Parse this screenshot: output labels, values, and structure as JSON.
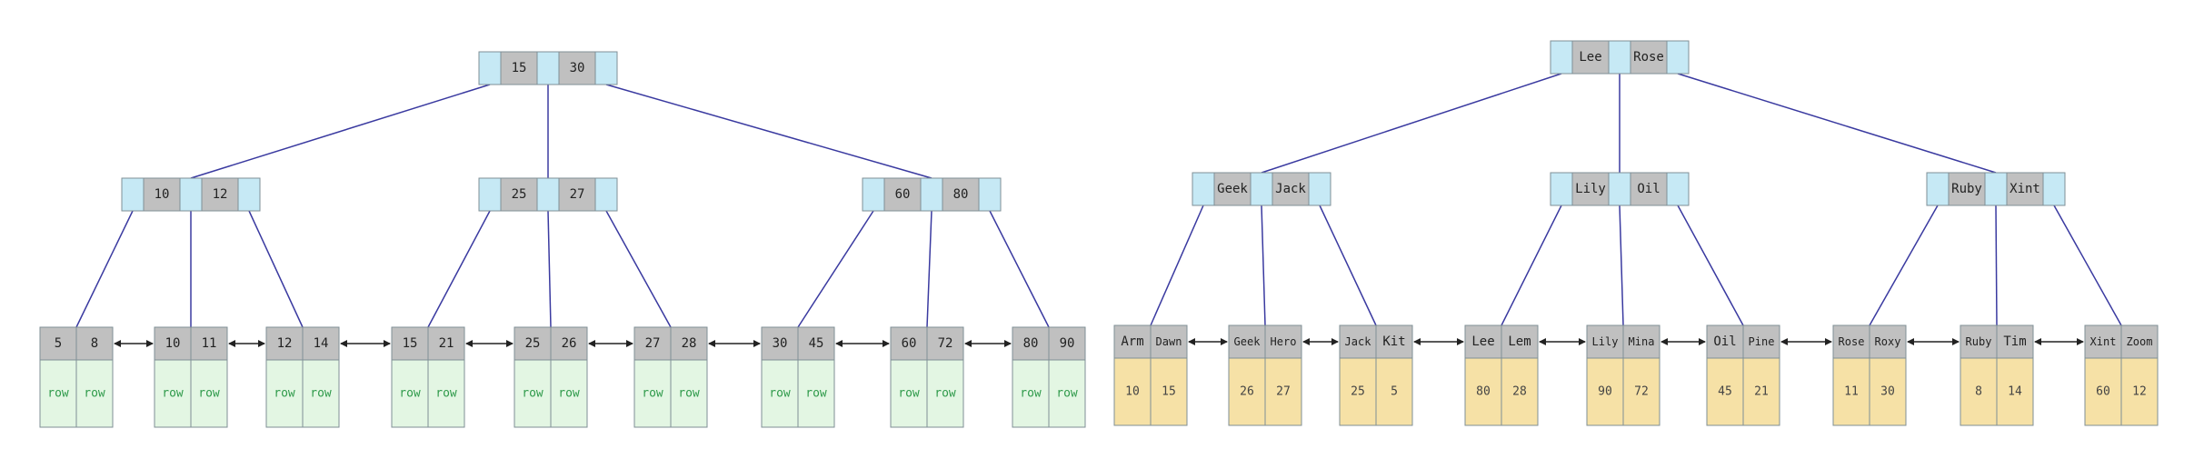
{
  "colors": {
    "pointer_cell": "#c6e9f5",
    "key_cell": "#c0c0c0",
    "cell_border": "#7f8f96",
    "edge": "#3a3aa0",
    "arrow": "#222222",
    "clustered_data_bg": "#e3f6e3",
    "clustered_data_text": "#2e9a4a",
    "secondary_data_bg": "#f6e1a6",
    "secondary_data_text": "#444444"
  },
  "clustered_index": {
    "root": {
      "keys": [
        "15",
        "30"
      ]
    },
    "internal": [
      {
        "keys": [
          "10",
          "12"
        ]
      },
      {
        "keys": [
          "25",
          "27"
        ]
      },
      {
        "keys": [
          "60",
          "80"
        ]
      }
    ],
    "leaves": [
      {
        "keys": [
          "5",
          "8"
        ],
        "data": [
          "row",
          "row"
        ]
      },
      {
        "keys": [
          "10",
          "11"
        ],
        "data": [
          "row",
          "row"
        ]
      },
      {
        "keys": [
          "12",
          "14"
        ],
        "data": [
          "row",
          "row"
        ]
      },
      {
        "keys": [
          "15",
          "21"
        ],
        "data": [
          "row",
          "row"
        ]
      },
      {
        "keys": [
          "25",
          "26"
        ],
        "data": [
          "row",
          "row"
        ]
      },
      {
        "keys": [
          "27",
          "28"
        ],
        "data": [
          "row",
          "row"
        ]
      },
      {
        "keys": [
          "30",
          "45"
        ],
        "data": [
          "row",
          "row"
        ]
      },
      {
        "keys": [
          "60",
          "72"
        ],
        "data": [
          "row",
          "row"
        ]
      },
      {
        "keys": [
          "80",
          "90"
        ],
        "data": [
          "row",
          "row"
        ]
      }
    ]
  },
  "secondary_index": {
    "root": {
      "keys": [
        "Lee",
        "Rose"
      ]
    },
    "internal": [
      {
        "keys": [
          "Geek",
          "Jack"
        ]
      },
      {
        "keys": [
          "Lily",
          "Oil"
        ]
      },
      {
        "keys": [
          "Ruby",
          "Xint"
        ]
      }
    ],
    "leaves": [
      {
        "keys": [
          "Arm",
          "Dawn"
        ],
        "data": [
          "10",
          "15"
        ]
      },
      {
        "keys": [
          "Geek",
          "Hero"
        ],
        "data": [
          "26",
          "27"
        ]
      },
      {
        "keys": [
          "Jack",
          "Kit"
        ],
        "data": [
          "25",
          "5"
        ]
      },
      {
        "keys": [
          "Lee",
          "Lem"
        ],
        "data": [
          "80",
          "28"
        ]
      },
      {
        "keys": [
          "Lily",
          "Mina"
        ],
        "data": [
          "90",
          "72"
        ]
      },
      {
        "keys": [
          "Oil",
          "Pine"
        ],
        "data": [
          "45",
          "21"
        ]
      },
      {
        "keys": [
          "Rose",
          "Roxy"
        ],
        "data": [
          "11",
          "30"
        ]
      },
      {
        "keys": [
          "Ruby",
          "Tim"
        ],
        "data": [
          "8",
          "14"
        ]
      },
      {
        "keys": [
          "Xint",
          "Zoom"
        ],
        "data": [
          "60",
          "12"
        ]
      }
    ]
  }
}
